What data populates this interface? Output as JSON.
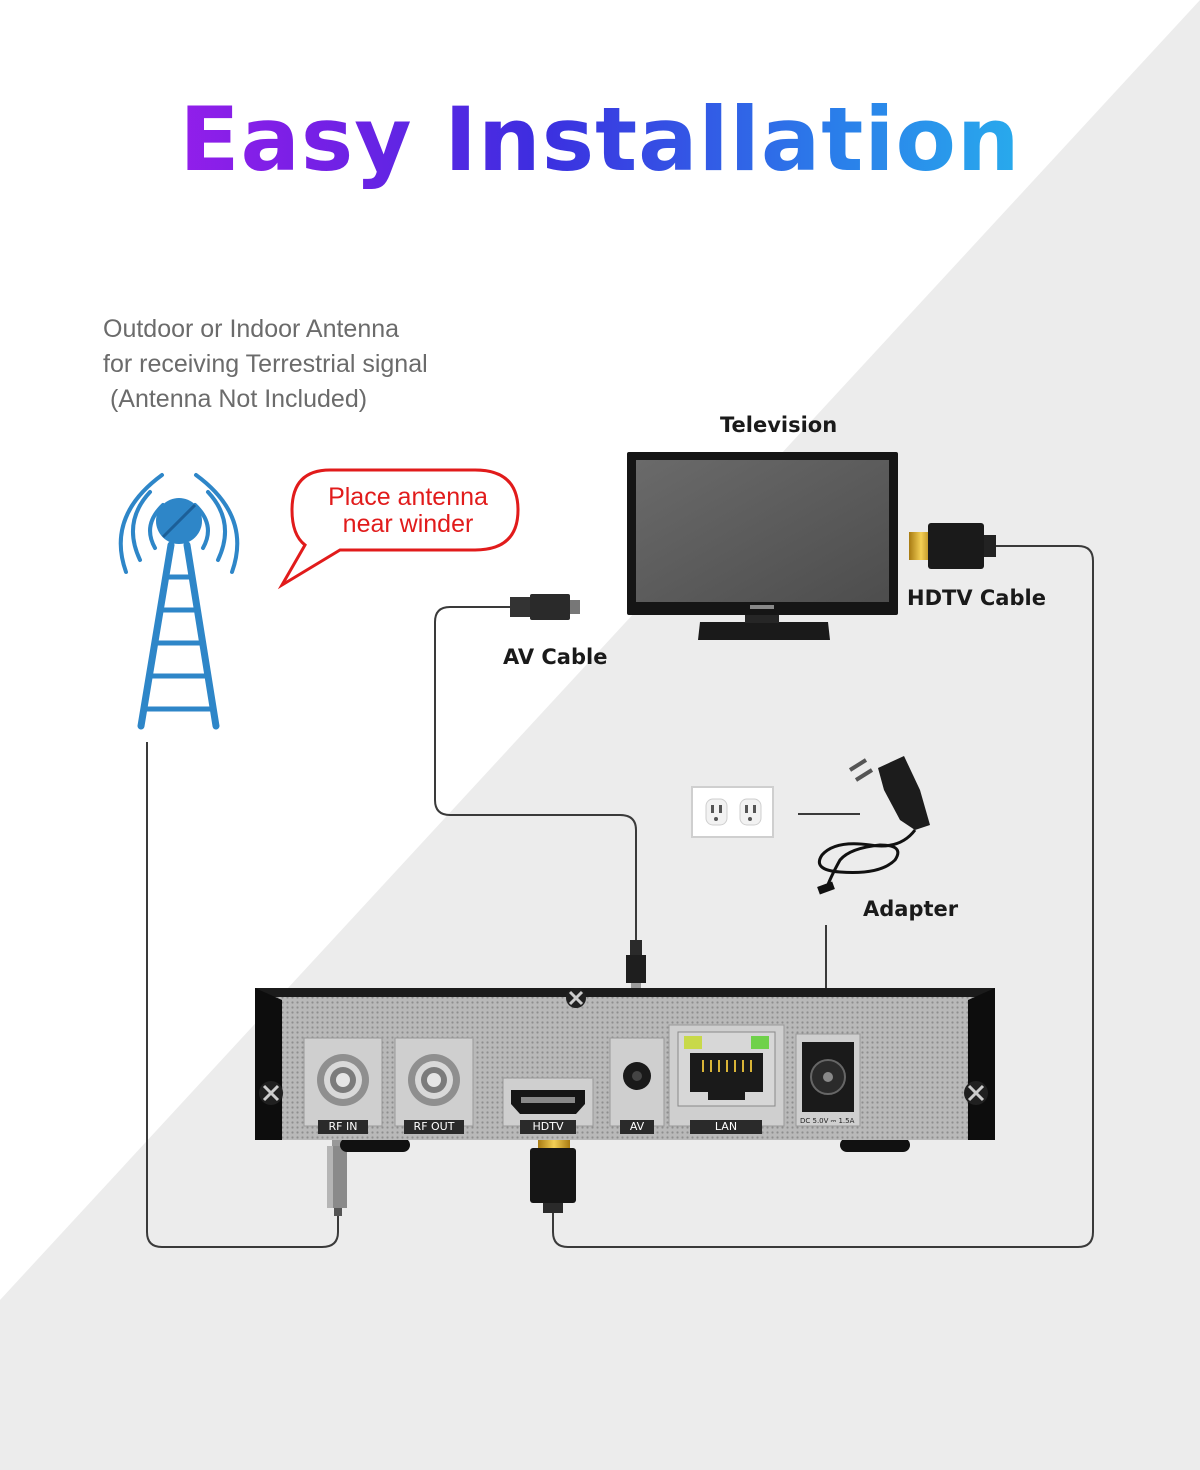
{
  "title": "Easy Installation",
  "antenna_description": {
    "line1": "Outdoor or Indoor Antenna",
    "line2": "for receiving Terrestrial signal",
    "line3": " (Antenna Not Included)"
  },
  "bubble": {
    "line1": "Place antenna",
    "line2": "near winder"
  },
  "labels": {
    "television": "Television",
    "hdtv_cable": "HDTV Cable",
    "av_cable": "AV Cable",
    "adapter": "Adapter"
  },
  "ports": {
    "rf_in": "RF IN",
    "rf_out": "RF OUT",
    "hdtv": "HDTV",
    "av": "AV",
    "lan": "LAN",
    "dc": "DC 5.0V ⎓ 1.5A"
  },
  "colors": {
    "title_gradient": [
      "#b51ef0",
      "#3c2ee0",
      "#27d6ee"
    ],
    "antenna": "#2e86c8",
    "bubble": "#e11b1b",
    "cable": "#3a3a3a"
  }
}
